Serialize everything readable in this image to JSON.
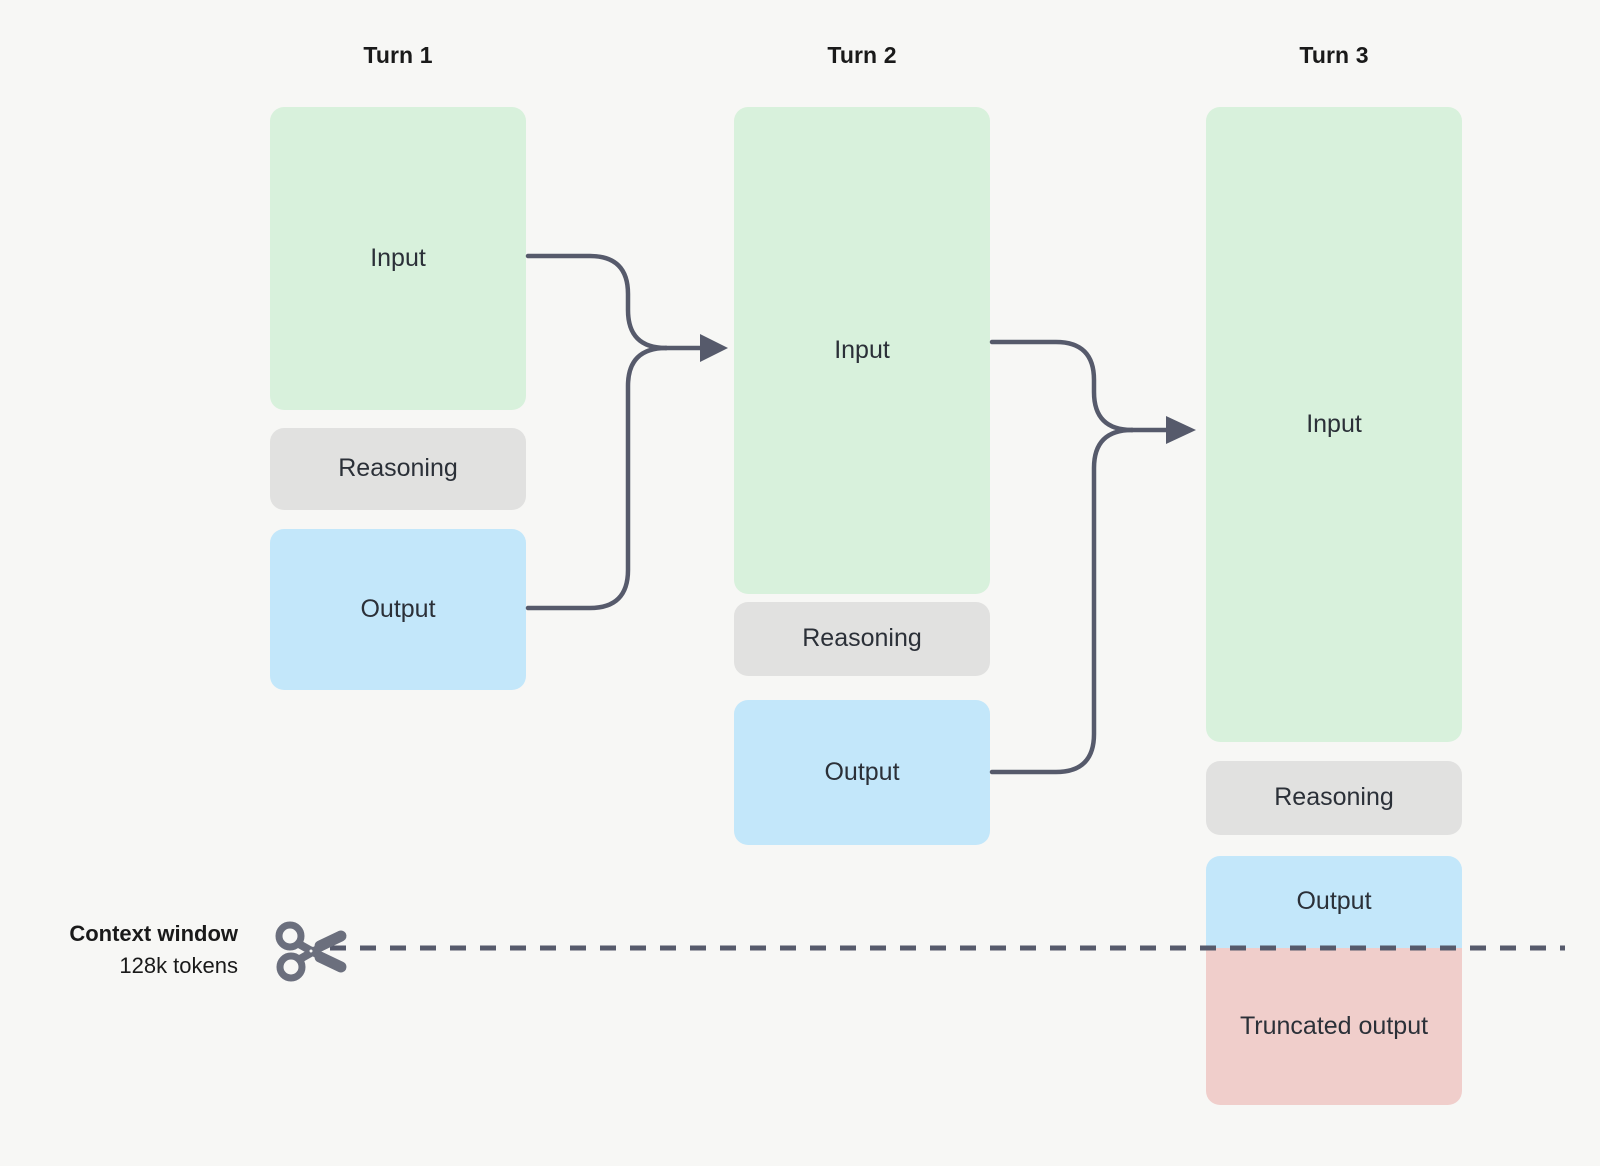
{
  "diagram": {
    "title_hidden": "",
    "background_color": "#f7f7f5",
    "colors": {
      "input": "#d8f1dc",
      "reasoning": "#e1e1e0",
      "output": "#c3e7fa",
      "truncated": "#f0cecb",
      "connector": "#565a6b",
      "text": "#2b3038"
    },
    "turns": [
      {
        "label": "Turn 1",
        "blocks": [
          {
            "name": "input",
            "label": "Input",
            "color": "#d8f1dc"
          },
          {
            "name": "reasoning",
            "label": "Reasoning",
            "color": "#e1e1e0"
          },
          {
            "name": "output",
            "label": "Output",
            "color": "#c3e7fa"
          }
        ]
      },
      {
        "label": "Turn 2",
        "blocks": [
          {
            "name": "input",
            "label": "Input",
            "color": "#d8f1dc"
          },
          {
            "name": "reasoning",
            "label": "Reasoning",
            "color": "#e1e1e0"
          },
          {
            "name": "output",
            "label": "Output",
            "color": "#c3e7fa"
          }
        ]
      },
      {
        "label": "Turn 3",
        "blocks": [
          {
            "name": "input",
            "label": "Input",
            "color": "#d8f1dc"
          },
          {
            "name": "reasoning",
            "label": "Reasoning",
            "color": "#e1e1e0"
          },
          {
            "name": "output",
            "label": "Output",
            "color": "#c3e7fa"
          },
          {
            "name": "truncated-output",
            "label": "Truncated output",
            "color": "#f0cecb"
          }
        ]
      }
    ],
    "context_window": {
      "title": "Context window",
      "subtitle": "128k tokens",
      "icon": "scissors-icon",
      "cut_line_style": "dashed"
    }
  }
}
